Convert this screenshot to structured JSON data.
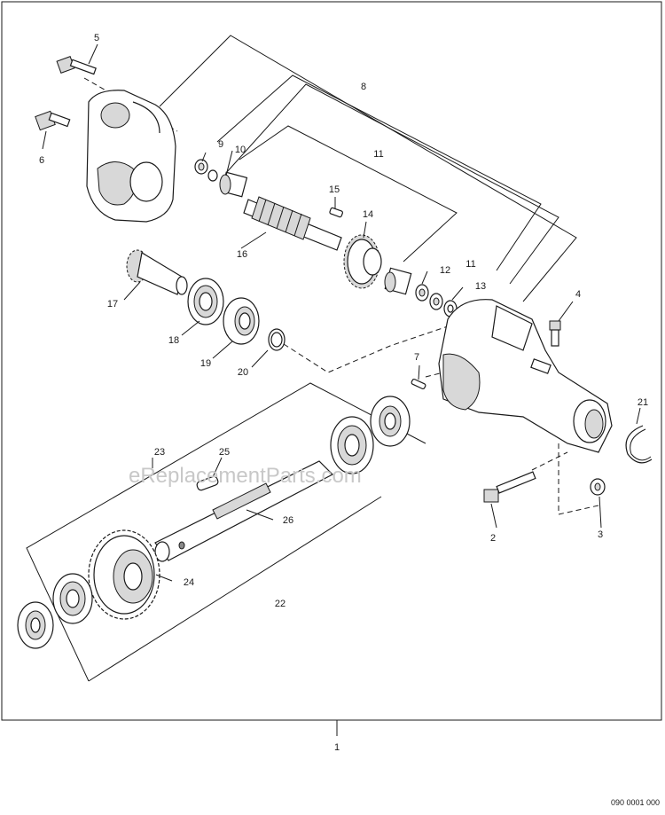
{
  "watermark": "eReplacementParts.com",
  "diagram_code": "090 0001 000",
  "callouts": {
    "c1": "1",
    "c2": "2",
    "c3": "3",
    "c4": "4",
    "c5": "5",
    "c6": "6",
    "c7": "7",
    "c8": "8",
    "c9": "9",
    "c10": "10",
    "c11a": "11",
    "c11b": "11",
    "c12": "12",
    "c13": "13",
    "c14": "14",
    "c15": "15",
    "c16": "16",
    "c17": "17",
    "c18": "18",
    "c19": "19",
    "c20": "20",
    "c21": "21",
    "c22": "22",
    "c23": "23",
    "c24": "24",
    "c25": "25",
    "c26": "26"
  }
}
